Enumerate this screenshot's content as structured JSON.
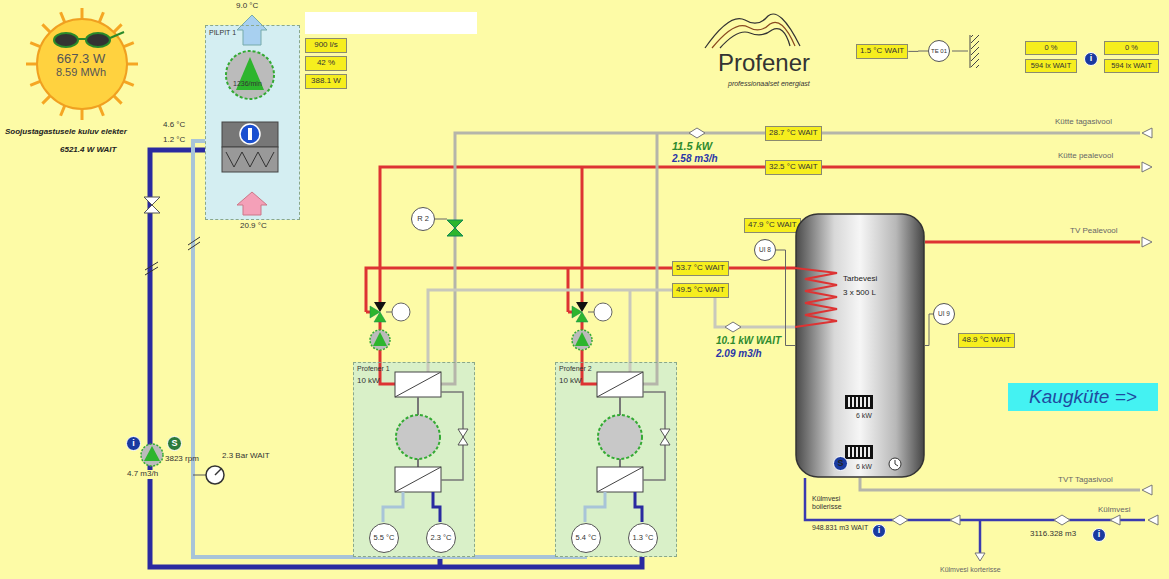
{
  "diagram": {
    "nodes": [
      {
        "text": [
          "667.3 W",
          "8.59 MWh"
        ]
      },
      {
        "text": [
          "PILPIT 1"
        ]
      },
      {
        "text": [
          "900 l/s"
        ]
      },
      {
        "text": [
          "42 %"
        ]
      },
      {
        "text": [
          "388.1 W"
        ]
      },
      {
        "text": [
          "1.5 °C WAIT"
        ]
      },
      {
        "text": [
          "TE 01"
        ]
      },
      {
        "text": [
          "0 %"
        ]
      },
      {
        "text": [
          "594 lx WAIT"
        ]
      },
      {
        "text": [
          "i"
        ]
      },
      {
        "text": [
          "0 %"
        ]
      },
      {
        "text": [
          "594 lx WAIT"
        ]
      },
      {
        "text": [
          "28.7 °C WAIT"
        ]
      },
      {
        "text": [
          "32.5 °C WAIT"
        ]
      },
      {
        "text": [
          "R 2"
        ]
      },
      {
        "text": [
          "47.9 °C WAIT"
        ]
      },
      {
        "text": [
          "UI 8"
        ]
      },
      {
        "text": [
          "53.7 °C WAIT"
        ]
      },
      {
        "text": [
          "49.5 °C WAIT"
        ]
      },
      {
        "text": [
          "Tarbevesi",
          "3 x 500 L"
        ]
      },
      {
        "text": [
          "UI 9"
        ]
      },
      {
        "text": [
          "48.9 °C WAIT"
        ]
      },
      {
        "text": [
          "Kaugküte =>"
        ]
      },
      {
        "text": [
          "Profener 1",
          "10 kW"
        ]
      },
      {
        "text": [
          "Profener 2",
          "10 kW"
        ]
      },
      {
        "text": [
          "i"
        ]
      },
      {
        "text": [
          "S"
        ]
      },
      {
        "text": [
          "S"
        ],
        "in": 19
      },
      {
        "text": [
          "5.5 °C"
        ],
        "in": 23
      },
      {
        "text": [
          "2.3 °C"
        ],
        "in": 23
      },
      {
        "text": [
          "5.4 °C"
        ],
        "in": 24
      },
      {
        "text": [
          "1.3 °C"
        ],
        "in": 24
      },
      {
        "text": [
          "i"
        ]
      },
      {
        "text": [
          "i"
        ]
      }
    ],
    "edges": [
      {
        "from": 5,
        "to": 6,
        "arrow": "none"
      },
      {
        "from": 16,
        "to": 19,
        "arrow": "none"
      },
      {
        "from": 19,
        "to": 20,
        "arrow": "none"
      }
    ],
    "labels": [
      "Soojustagastusele kuluv elekter",
      "6521.4 W WAIT",
      "9.0 °C",
      "4.6 °C",
      "1.2 °C",
      "20.9 °C",
      "1236/min",
      "Profener",
      "professionaalset energiast",
      "11.5 kW",
      "2.58 m3/h",
      "Kütte tagasivool",
      "Kütte pealevool",
      "TV Pealevool",
      "10.1 kW WAIT",
      "2.09 m3/h",
      "6 kW",
      "6 kW",
      "TVT Tagasivool",
      "Külmvesi boilerisse",
      "948.831 m3 WAIT",
      "Külmvesi",
      "3116.328 m3",
      "Külmvesi korterisse",
      "2.3 Bar WAIT",
      "3823 rpm",
      "4.7 m3/h"
    ]
  }
}
